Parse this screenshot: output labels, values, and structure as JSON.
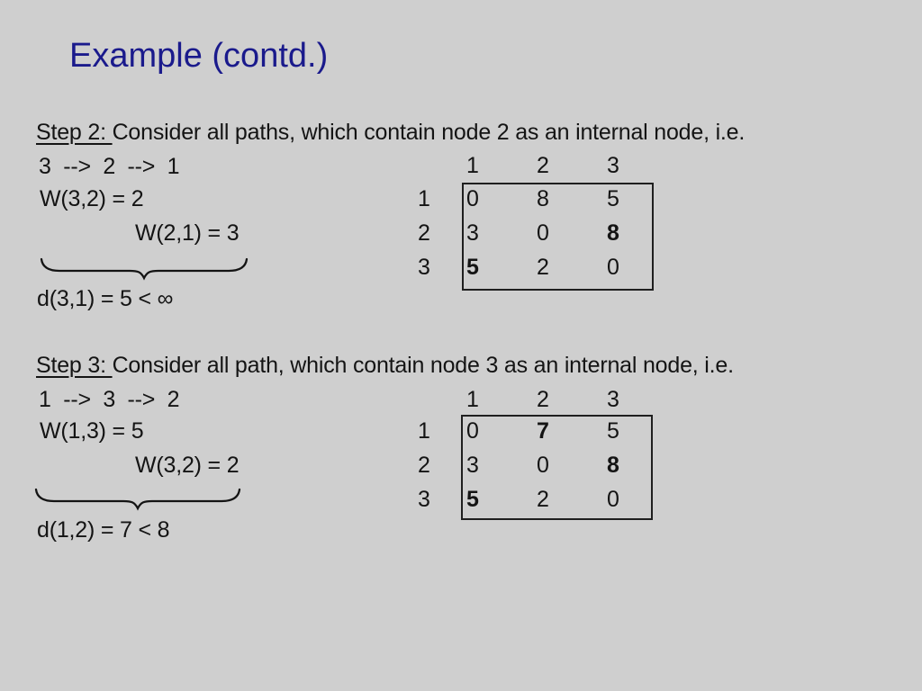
{
  "slide": {
    "title": "Example (contd.)"
  },
  "colors": {
    "background": "#cfcfcf",
    "title_text": "#1a1a8c",
    "body_text": "#141414",
    "matrix_border": "#1f1f1f"
  },
  "step2": {
    "label": "Step 2: ",
    "heading": "Consider all paths, which contain node 2 as an internal node, i.e.",
    "path": "3  -->  2  -->  1",
    "w1": "W(3,2) = 2",
    "w2": "W(2,1) = 3",
    "result": "d(3,1) = 5 < ∞",
    "matrix": {
      "col_headers": [
        "1",
        "2",
        "3"
      ],
      "row_headers": [
        "1",
        "2",
        "3"
      ],
      "rows": [
        [
          {
            "v": "0",
            "bold": false
          },
          {
            "v": "8",
            "bold": false
          },
          {
            "v": "5",
            "bold": false
          }
        ],
        [
          {
            "v": "3",
            "bold": false
          },
          {
            "v": "0",
            "bold": false
          },
          {
            "v": "8",
            "bold": true
          }
        ],
        [
          {
            "v": "5",
            "bold": true
          },
          {
            "v": "2",
            "bold": false
          },
          {
            "v": "0",
            "bold": false
          }
        ]
      ]
    }
  },
  "step3": {
    "label": "Step 3: ",
    "heading": "Consider all path, which contain node 3 as an internal node, i.e.",
    "path": "1  -->  3  -->  2",
    "w1": "W(1,3) = 5",
    "w2": "W(3,2) = 2",
    "result": "d(1,2) = 7 < 8",
    "matrix": {
      "col_headers": [
        "1",
        "2",
        "3"
      ],
      "row_headers": [
        "1",
        "2",
        "3"
      ],
      "rows": [
        [
          {
            "v": "0",
            "bold": false
          },
          {
            "v": "7",
            "bold": true
          },
          {
            "v": "5",
            "bold": false
          }
        ],
        [
          {
            "v": "3",
            "bold": false
          },
          {
            "v": "0",
            "bold": false
          },
          {
            "v": "8",
            "bold": true
          }
        ],
        [
          {
            "v": "5",
            "bold": true
          },
          {
            "v": "2",
            "bold": false
          },
          {
            "v": "0",
            "bold": false
          }
        ]
      ]
    }
  }
}
